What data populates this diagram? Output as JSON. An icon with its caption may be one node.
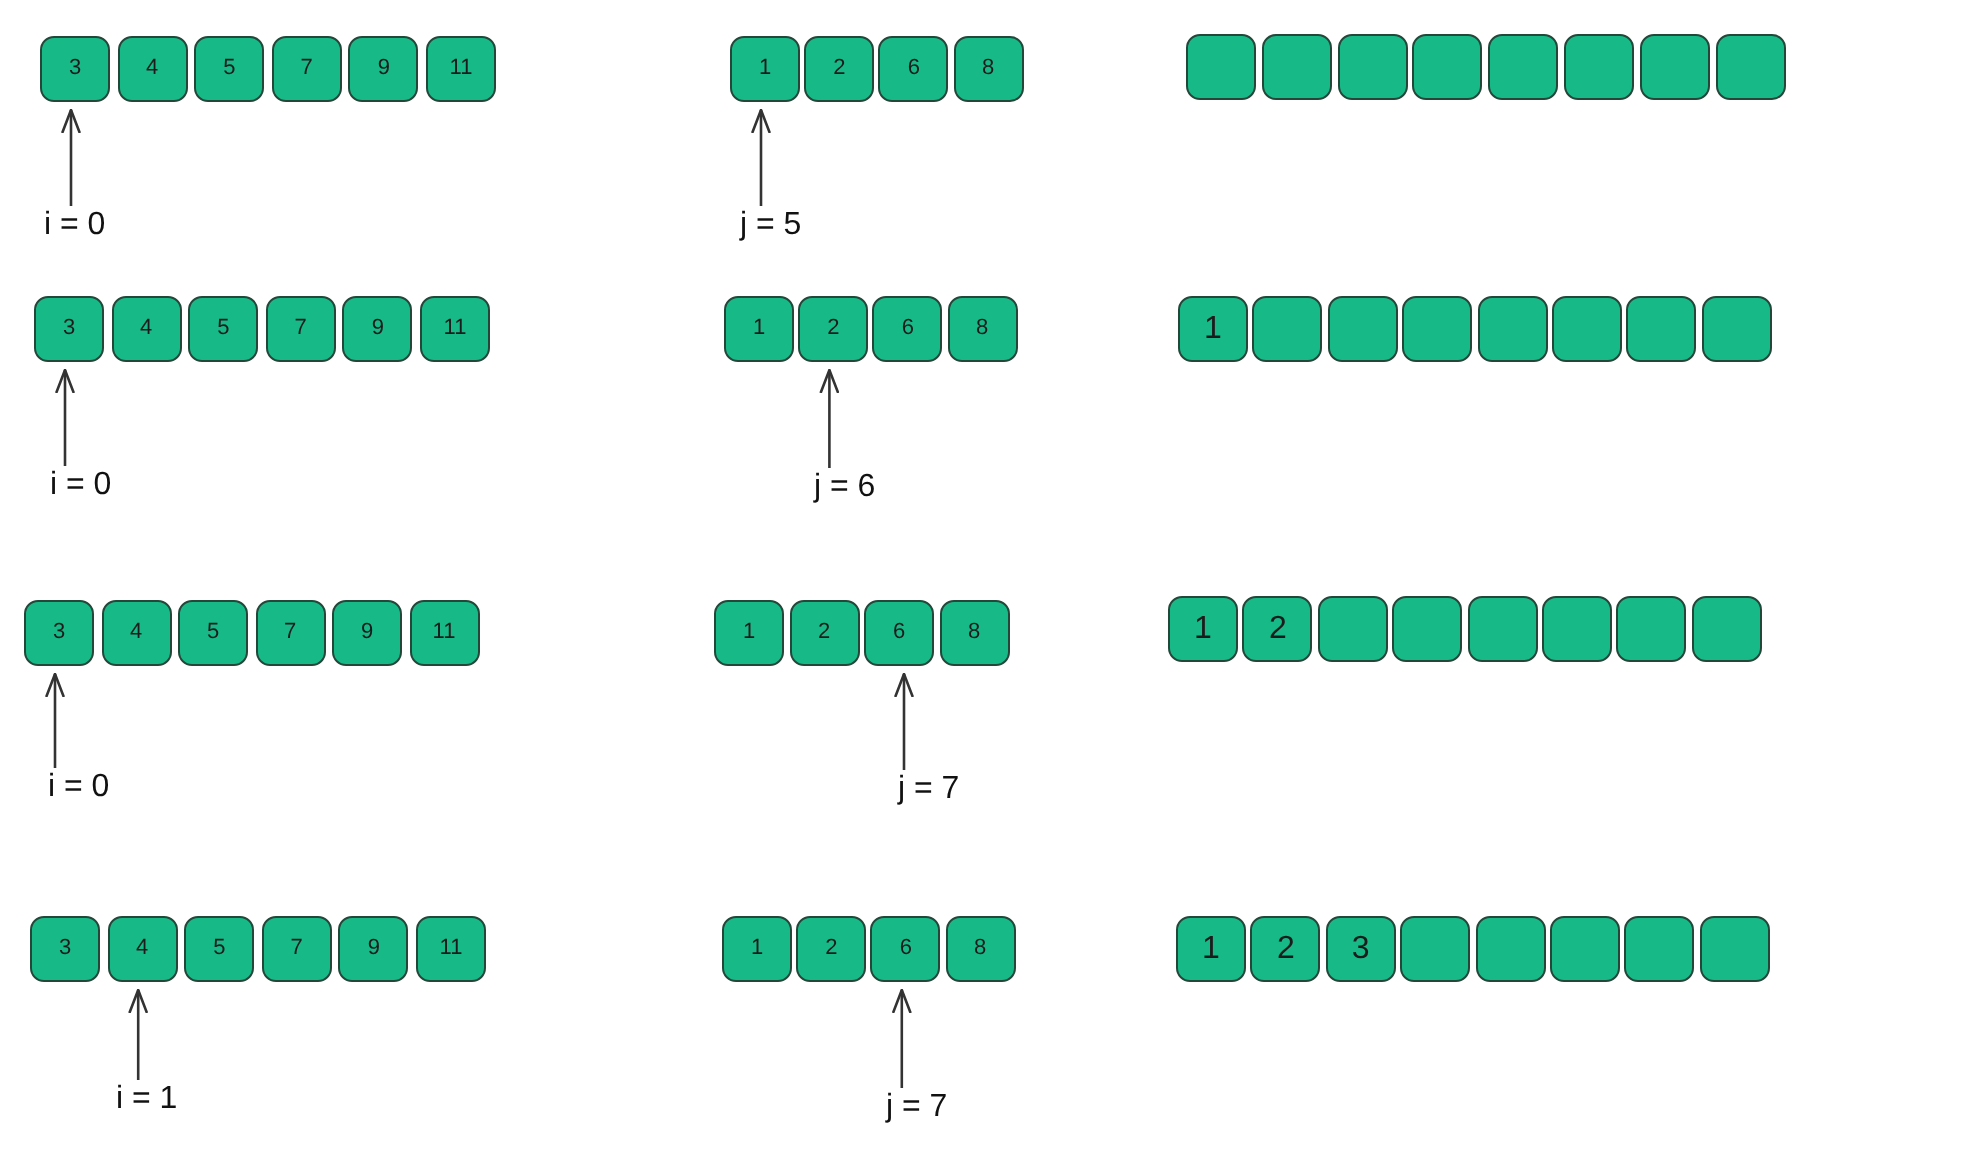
{
  "diagram": {
    "nodes": [
      {
        "text": [
          "3"
        ]
      },
      {
        "text": [
          "4"
        ]
      },
      {
        "text": [
          "5"
        ]
      },
      {
        "text": [
          "7"
        ]
      },
      {
        "text": [
          "9"
        ]
      },
      {
        "text": [
          "11"
        ]
      },
      {
        "text": [
          "1"
        ]
      },
      {
        "text": [
          "2"
        ]
      },
      {
        "text": [
          "6"
        ]
      },
      {
        "text": [
          "8"
        ]
      },
      {
        "text": [],
        "shape": "box"
      },
      {
        "text": [],
        "shape": "box"
      },
      {
        "text": [],
        "shape": "box"
      },
      {
        "text": [],
        "shape": "box"
      },
      {
        "text": [],
        "shape": "box"
      },
      {
        "text": [],
        "shape": "box"
      },
      {
        "text": [],
        "shape": "box"
      },
      {
        "text": [],
        "shape": "box"
      },
      {
        "text": [
          "i = 0"
        ]
      },
      {
        "text": [
          "j = 5"
        ]
      },
      {
        "text": [
          "3"
        ]
      },
      {
        "text": [
          "4"
        ]
      },
      {
        "text": [
          "5"
        ]
      },
      {
        "text": [
          "7"
        ]
      },
      {
        "text": [
          "9"
        ]
      },
      {
        "text": [
          "11"
        ]
      },
      {
        "text": [
          "1"
        ]
      },
      {
        "text": [
          "2"
        ]
      },
      {
        "text": [
          "6"
        ]
      },
      {
        "text": [
          "8"
        ]
      },
      {
        "text": [
          "1"
        ]
      },
      {
        "text": [],
        "shape": "box"
      },
      {
        "text": [],
        "shape": "box"
      },
      {
        "text": [],
        "shape": "box"
      },
      {
        "text": [],
        "shape": "box"
      },
      {
        "text": [],
        "shape": "box"
      },
      {
        "text": [],
        "shape": "box"
      },
      {
        "text": [],
        "shape": "box"
      },
      {
        "text": [
          "i = 0"
        ]
      },
      {
        "text": [
          "j = 6"
        ]
      },
      {
        "text": [
          "3"
        ]
      },
      {
        "text": [
          "4"
        ]
      },
      {
        "text": [
          "5"
        ]
      },
      {
        "text": [
          "7"
        ]
      },
      {
        "text": [
          "9"
        ]
      },
      {
        "text": [
          "11"
        ]
      },
      {
        "text": [
          "1"
        ]
      },
      {
        "text": [
          "2"
        ]
      },
      {
        "text": [
          "6"
        ]
      },
      {
        "text": [
          "8"
        ]
      },
      {
        "text": [
          "1"
        ]
      },
      {
        "text": [
          "2"
        ]
      },
      {
        "text": [],
        "shape": "box"
      },
      {
        "text": [],
        "shape": "box"
      },
      {
        "text": [],
        "shape": "box"
      },
      {
        "text": [],
        "shape": "box"
      },
      {
        "text": [],
        "shape": "box"
      },
      {
        "text": [],
        "shape": "box"
      },
      {
        "text": [
          "i = 0"
        ]
      },
      {
        "text": [
          "j = 7"
        ]
      },
      {
        "text": [
          "3"
        ]
      },
      {
        "text": [
          "4"
        ]
      },
      {
        "text": [
          "5"
        ]
      },
      {
        "text": [
          "7"
        ]
      },
      {
        "text": [
          "9"
        ]
      },
      {
        "text": [
          "11"
        ]
      },
      {
        "text": [
          "1"
        ]
      },
      {
        "text": [
          "2"
        ]
      },
      {
        "text": [
          "6"
        ]
      },
      {
        "text": [
          "8"
        ]
      },
      {
        "text": [
          "1"
        ]
      },
      {
        "text": [
          "2"
        ]
      },
      {
        "text": [
          "3"
        ]
      },
      {
        "text": [],
        "shape": "box"
      },
      {
        "text": [],
        "shape": "box"
      },
      {
        "text": [],
        "shape": "box"
      },
      {
        "text": [],
        "shape": "box"
      },
      {
        "text": [],
        "shape": "box"
      },
      {
        "text": [
          "i = 1"
        ]
      },
      {
        "text": [
          "j = 7"
        ]
      }
    ],
    "edges": [
      {
        "from": 18,
        "to": 0,
        "arrow": "to"
      },
      {
        "from": 19,
        "to": 6,
        "arrow": "to"
      },
      {
        "from": 38,
        "to": 20,
        "arrow": "to"
      },
      {
        "from": 39,
        "to": 27,
        "arrow": "to"
      },
      {
        "from": 58,
        "to": 40,
        "arrow": "to"
      },
      {
        "from": 59,
        "to": 48,
        "arrow": "to"
      },
      {
        "from": 78,
        "to": 61,
        "arrow": "to"
      },
      {
        "from": 79,
        "to": 68,
        "arrow": "to"
      }
    ]
  }
}
